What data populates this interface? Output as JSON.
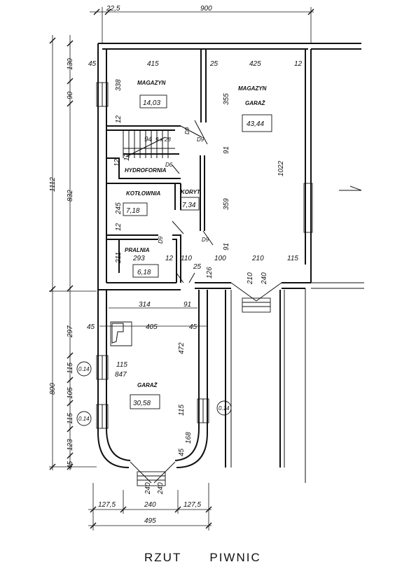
{
  "title": "RZUT      PIWNIC",
  "rooms": {
    "magazyn_1": {
      "name": "MAGAZYN",
      "area": "14,03"
    },
    "magazyn_garaz_name1": "MAGAZYN",
    "magazyn_garaz_name2": "GARAŻ",
    "magazyn_garaz_area": "43,44",
    "hydrofornia": "HYDROFORNIA",
    "kotlownia": {
      "name": "KOTŁOWNIA",
      "area": "7,18"
    },
    "korytarz": {
      "name": "KORYT.",
      "area": "7,34"
    },
    "pralnia": {
      "name": "PRALNIA",
      "area": "6,18"
    },
    "garaz_lower": {
      "name": "GARAŻ",
      "area": "30,58"
    }
  },
  "doors": {
    "d9_a": "D9",
    "d6": "D6",
    "d9_b": "D9",
    "d9_c": "D9",
    "d9_d": "D9",
    "stair": "9 x 28"
  },
  "windows": {
    "w_left_1": "0.14",
    "w_left_2": "0.14",
    "w_right": "0.14"
  },
  "dims": {
    "top_a": "22,5",
    "top_b": "900",
    "row_45": "45",
    "row_415": "415",
    "row_25": "25",
    "row_425": "425",
    "row_12": "12",
    "mid_338": "338",
    "mid_12a": "12",
    "mid_12b": "12",
    "mid_245": "245",
    "mid_12c": "12",
    "mid_211": "211",
    "hyd_12": "12",
    "hyd_94": "94",
    "v_355": "355",
    "v_91a": "91",
    "v_359": "359",
    "v_91b": "91",
    "v_126": "126",
    "v_1022": "1022",
    "row2_293": "293",
    "row2_12": "12",
    "row2_110": "110",
    "row2_25": "25",
    "row2_100": "100",
    "row2_210": "210",
    "row2_115": "115",
    "stair_210": "210",
    "stair_240": "240",
    "g_314": "314",
    "g_91": "91",
    "g_45a": "45",
    "g_405": "405",
    "g_45b": "45",
    "g_472": "472",
    "g_115a": "115",
    "g_847": "847",
    "g_115b": "115",
    "g_168": "168",
    "g_45c": "45",
    "g_240a": "240",
    "g_240b": "240",
    "left_130": "130",
    "left_90": "90",
    "left_832": "832",
    "left_1112": "1112",
    "left_297": "297",
    "left_115a": "115",
    "left_105": "105",
    "left_115b": "115",
    "left_800": "800",
    "left_123": "123",
    "left_45": "45",
    "bot_1275a": "127,5",
    "bot_240": "240",
    "bot_1275b": "127,5",
    "bot_495": "495"
  }
}
